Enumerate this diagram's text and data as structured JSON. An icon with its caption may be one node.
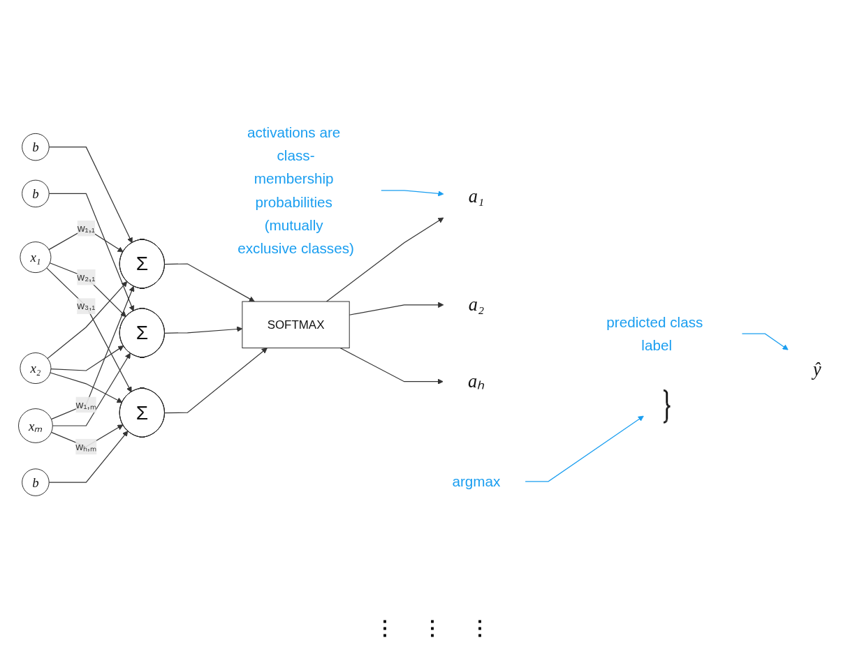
{
  "diagram": {
    "nodes": [
      {
        "text": [
          "activations are class-membership probabilities (mutually exclusive classes)"
        ]
      },
      {
        "text": [
          "b"
        ]
      },
      {
        "text": [
          "Σ"
        ]
      },
      {
        "text": [
          "b"
        ]
      },
      {
        "text": [
          "Σ"
        ]
      },
      {
        "text": [
          "b"
        ]
      },
      {
        "text": [
          "Σ"
        ]
      },
      {
        "text": [
          "x₁"
        ]
      },
      {
        "text": [
          "x₂"
        ]
      },
      {
        "text": [
          "xₘ"
        ]
      },
      {
        "text": [
          "SOFTMAX"
        ]
      },
      {
        "text": [
          "a₁"
        ]
      },
      {
        "text": [
          "a₂"
        ]
      },
      {
        "text": [
          "aₕ"
        ]
      },
      {
        "text": [
          "ŷ"
        ]
      },
      {
        "text": [
          "predicted class label"
        ]
      },
      {
        "text": [
          "argmax"
        ]
      },
      {
        "text": [],
        "shape": "bracket"
      }
    ],
    "edges": [
      {
        "from": 0,
        "to": 11,
        "arrow": "to",
        "color": "#1a9ef0"
      },
      {
        "from": 1,
        "to": 2,
        "arrow": "to"
      },
      {
        "from": 3,
        "to": 4,
        "arrow": "to"
      },
      {
        "from": 5,
        "to": 6,
        "arrow": "to"
      },
      {
        "from": 7,
        "to": 2,
        "arrow": "to",
        "label": "w₁,₁"
      },
      {
        "from": 7,
        "to": 4,
        "arrow": "to",
        "label": "w₂,₁"
      },
      {
        "from": 7,
        "to": 6,
        "arrow": "to",
        "label": "w₃,₁"
      },
      {
        "from": 8,
        "to": 2,
        "arrow": "to"
      },
      {
        "from": 8,
        "to": 4,
        "arrow": "to"
      },
      {
        "from": 8,
        "to": 6,
        "arrow": "to"
      },
      {
        "from": 9,
        "to": 2,
        "arrow": "to",
        "label": "w₁,ₘ"
      },
      {
        "from": 9,
        "to": 4,
        "arrow": "to"
      },
      {
        "from": 9,
        "to": 6,
        "arrow": "to",
        "label": "wₕ,ₘ"
      },
      {
        "from": 2,
        "to": 10,
        "arrow": "to"
      },
      {
        "from": 4,
        "to": 10,
        "arrow": "to"
      },
      {
        "from": 6,
        "to": 10,
        "arrow": "to"
      },
      {
        "from": 10,
        "to": 11,
        "arrow": "to"
      },
      {
        "from": 10,
        "to": 12,
        "arrow": "to"
      },
      {
        "from": 10,
        "to": 13,
        "arrow": "to"
      },
      {
        "from": 15,
        "to": 14,
        "arrow": "to",
        "color": "#1a9ef0"
      },
      {
        "from": 16,
        "to": 17,
        "arrow": "to",
        "color": "#1a9ef0"
      }
    ],
    "labels": [
      "⋮",
      "⋮",
      "⋮"
    ]
  }
}
